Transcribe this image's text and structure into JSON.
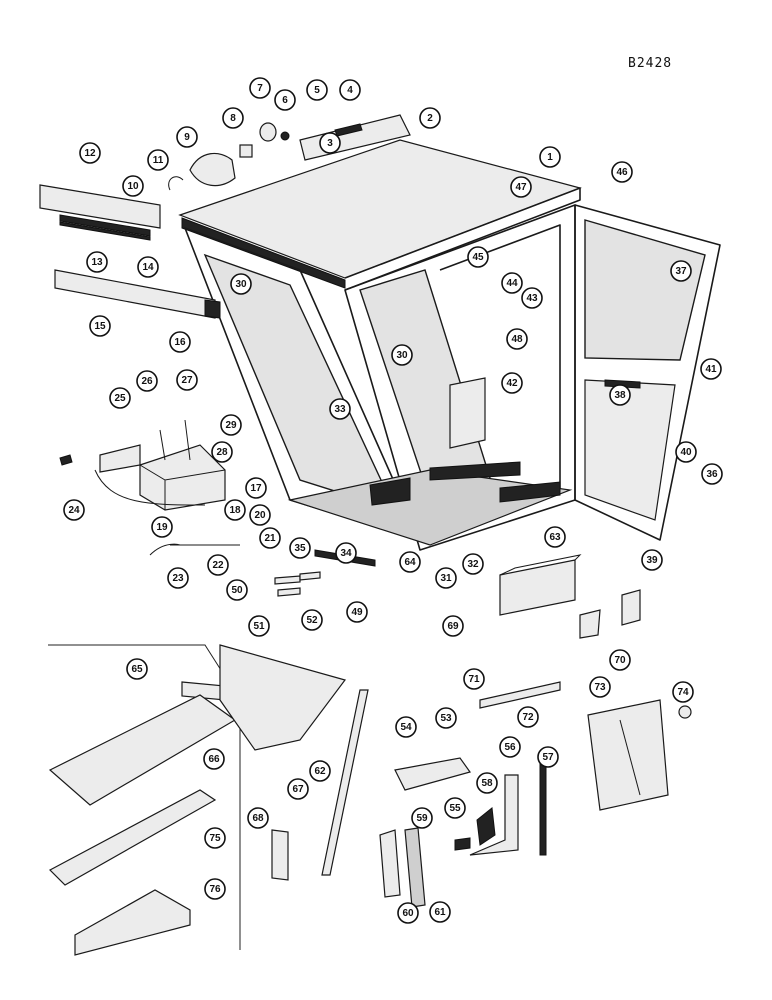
{
  "drawing_code": "B2428",
  "labels": [
    "1",
    "2",
    "3",
    "4",
    "5",
    "6",
    "7",
    "8",
    "9",
    "10",
    "11",
    "12",
    "13",
    "14",
    "15",
    "16",
    "17",
    "18",
    "19",
    "20",
    "21",
    "22",
    "23",
    "24",
    "25",
    "26",
    "27",
    "28",
    "29",
    "30",
    "30",
    "31",
    "32",
    "33",
    "34",
    "35",
    "36",
    "37",
    "38",
    "39",
    "40",
    "41",
    "42",
    "43",
    "44",
    "45",
    "46",
    "47",
    "48",
    "49",
    "50",
    "51",
    "52",
    "53",
    "54",
    "55",
    "56",
    "57",
    "58",
    "59",
    "60",
    "61",
    "62",
    "63",
    "64",
    "65",
    "66",
    "67",
    "68",
    "69",
    "70",
    "71",
    "72",
    "73",
    "74",
    "75",
    "76"
  ]
}
